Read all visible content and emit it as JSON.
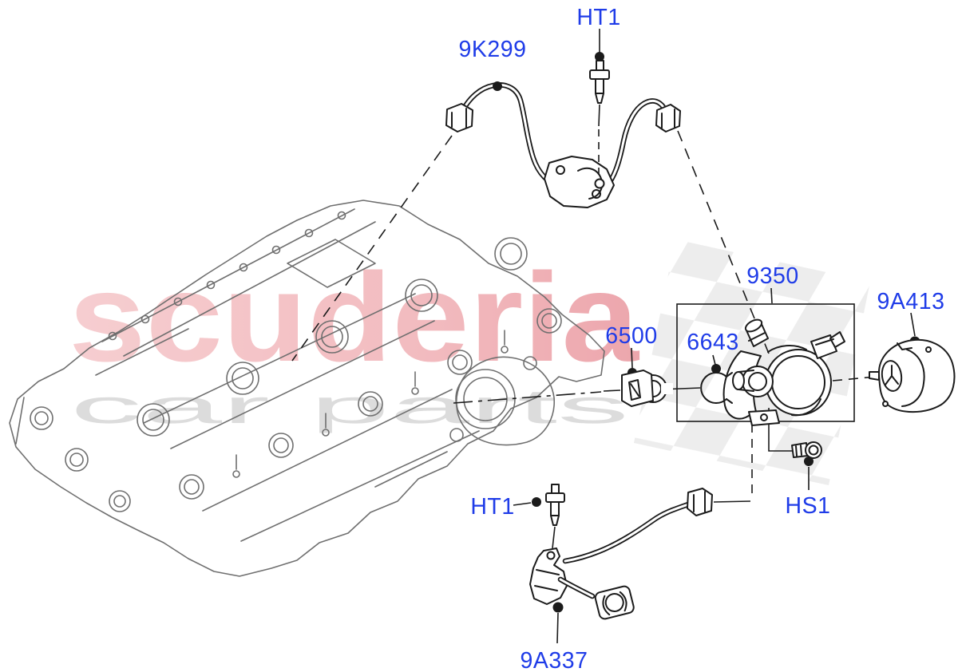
{
  "labels": {
    "ht1_top": "HT1",
    "k9299": "9K299",
    "p9350": "9350",
    "p9a413": "9A413",
    "p6500": "6500",
    "p6643": "6643",
    "hs1": "HS1",
    "ht1_bottom": "HT1",
    "p9a337": "9A337"
  },
  "watermark": {
    "brand": "scuderia",
    "tagline": "car parts"
  },
  "colors": {
    "label-blue": "#1f3ce8",
    "ink": "#1b1b1b",
    "engine-gray": "#6f6f6f",
    "watermark-pink": "#f5c4c7",
    "watermark-pink-deep": "#e9939b",
    "watermark-gray": "#d9d9d9",
    "checker-gray": "#dedede"
  }
}
